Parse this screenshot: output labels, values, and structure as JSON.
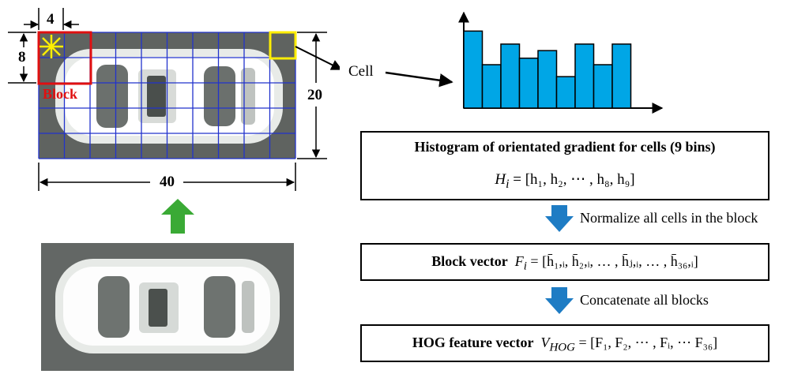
{
  "labels": {
    "cell_width": "4",
    "block_height": "8",
    "block": "Block",
    "car_height": "20",
    "car_width": "40",
    "cell": "Cell"
  },
  "histogram": {
    "values": [
      7.1,
      4.0,
      5.9,
      4.6,
      5.3,
      2.9,
      5.9,
      4.0,
      5.9
    ]
  },
  "steps": {
    "hist_title": "Histogram of orientated gradient for cells (9 bins)",
    "hist_formula_lhs": "H",
    "hist_formula_sub": "i",
    "hist_formula_rhs": " = [h₁, h₂, ⋯ , h₈, h₉]",
    "normalize": "Normalize all cells in the block",
    "block_label": "Block vector",
    "block_formula_lhs": "F",
    "block_formula_sub": "i",
    "block_formula_rhs": " = [h̄₁,ᵢ, h̄₂,ᵢ, … , h̄ⱼ,ᵢ, … , h̄₃₆,ᵢ]",
    "concat": "Concatenate all blocks",
    "hog_label": "HOG feature vector",
    "hog_formula_lhs": "V",
    "hog_formula_sub": "HOG",
    "hog_formula_rhs": " = [F₁, F₂, ⋯ , Fᵢ, ⋯ F₃₆]"
  },
  "colors": {
    "grid": "#2233cc",
    "block_box": "#e01010",
    "cell_box": "#ffee00",
    "bars": "#00a6e6",
    "down_arrow": "#1e7cc4",
    "up_arrow": "#3aaa35",
    "car_bg": "#5f6360"
  }
}
